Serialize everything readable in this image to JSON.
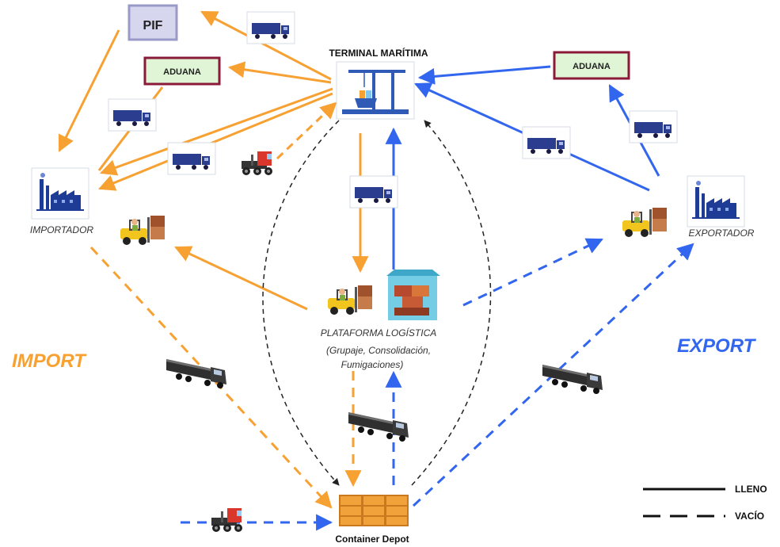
{
  "colors": {
    "import": "#F7A133",
    "export": "#3366EE",
    "empty_return": "#222222",
    "aduana_border": "#8B1A3A",
    "aduana_fill": "#DFF5D6",
    "pif_fill": "#D6D6EE",
    "pif_border": "#9A9AC8"
  },
  "nodes": {
    "pif": {
      "label": "PIF"
    },
    "aduana_import": {
      "label": "ADUANA"
    },
    "aduana_export": {
      "label": "ADUANA"
    },
    "terminal": {
      "label": "TERMINAL MARÍTIMA",
      "icon": "port-crane-icon"
    },
    "importador": {
      "label": "IMPORTADOR",
      "icon": "factory-icon"
    },
    "exportador": {
      "label": "EXPORTADOR",
      "icon": "factory-icon"
    },
    "plataforma": {
      "label": "PLATAFORMA LOGÍSTICA",
      "sub1": "(Grupaje, Consolidación,",
      "sub2": "Fumigaciones)",
      "icon": "warehouse-icon"
    },
    "depot": {
      "label": "Container Depot",
      "icon": "container-stack-icon"
    }
  },
  "flows": {
    "import_label": "IMPORT",
    "export_label": "EXPORT"
  },
  "legend": {
    "full_label": "LLENO",
    "empty_label": "VACÍO"
  }
}
